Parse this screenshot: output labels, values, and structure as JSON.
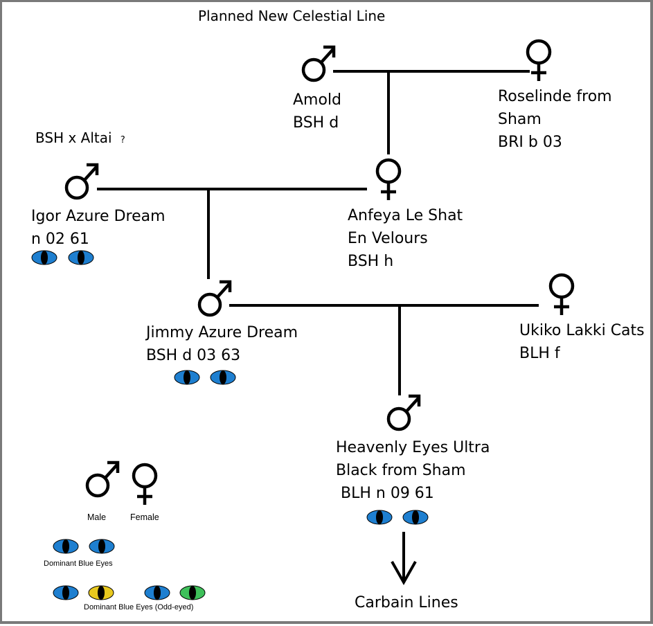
{
  "title": "Planned New Celestial Line",
  "note": {
    "text": "BSH x Altai",
    "mark": "?"
  },
  "cats": {
    "amold": {
      "name": "Amold",
      "breed": "BSH d"
    },
    "roselinde": {
      "line1": "Roselinde from",
      "line2": "Sham",
      "breed": "BRI b 03"
    },
    "igor": {
      "name": "Igor Azure Dream",
      "breed": "n 02 61"
    },
    "anfeya": {
      "line1": "Anfeya Le Shat",
      "line2": "En Velours",
      "breed": "BSH h"
    },
    "jimmy": {
      "name": "Jimmy Azure Dream",
      "breed": "BSH d 03 63"
    },
    "ukiko": {
      "name": "Ukiko Lakki Cats",
      "breed": "BLH f"
    },
    "heavenly": {
      "line1": "Heavenly Eyes Ultra",
      "line2": "Black from Sham",
      "breed": "BLH n 09 61"
    }
  },
  "descendant": "Carbain Lines",
  "legend": {
    "male": "Male",
    "female": "Female",
    "dominant_blue": "Dominant Blue Eyes",
    "dominant_blue_odd": "Dominant Blue Eyes (Odd-eyed)"
  },
  "colors": {
    "blue_eye": "#1e7fd0",
    "yellow_eye": "#e8c81e",
    "green_eye": "#3ec05a",
    "pupil": "#000000",
    "frame": "#7a7a7a"
  },
  "icons": {
    "male": "male-symbol",
    "female": "female-symbol",
    "eye": "cat-eye"
  }
}
